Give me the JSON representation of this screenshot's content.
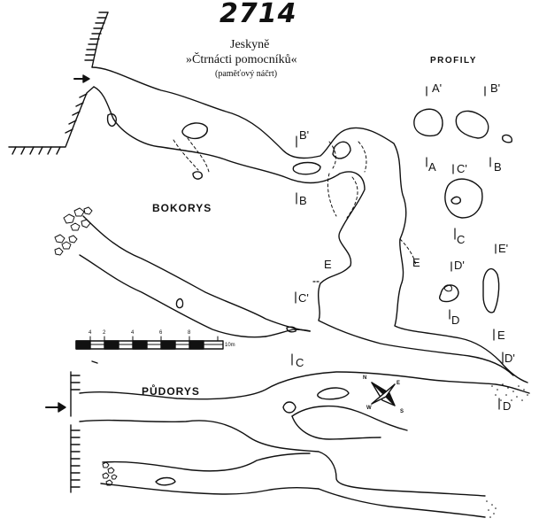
{
  "cave_id": "2714",
  "title": {
    "line1": "Jeskyně",
    "line2": "»Čtrnácti pomocníků«",
    "line3": "(paměťový náčrt)"
  },
  "views": {
    "profiles": "PROFILY",
    "elevation": "BOKORYS",
    "plan": "PŮDORYS"
  },
  "section_labels": {
    "A_prime": "A'",
    "B_prime": "B'",
    "A": "A",
    "C_prime": "C'",
    "B": "B",
    "C": "C",
    "E_prime": "E'",
    "D_prime": "D'",
    "D": "D",
    "E": "E",
    "elev_B_prime": "B'",
    "elev_B": "B",
    "elev_E": "E",
    "elev_C_prime": "C'",
    "elev_C": "C",
    "plan_E": "E",
    "plan_D_prime": "D'",
    "plan_D": "D"
  },
  "scale": {
    "ticks": [
      "4",
      "2",
      "4",
      "6",
      "8"
    ],
    "unit": "10m"
  },
  "compass": {
    "n": "N",
    "e": "E",
    "w": "W",
    "s": "S"
  },
  "ink_color": "#111111"
}
